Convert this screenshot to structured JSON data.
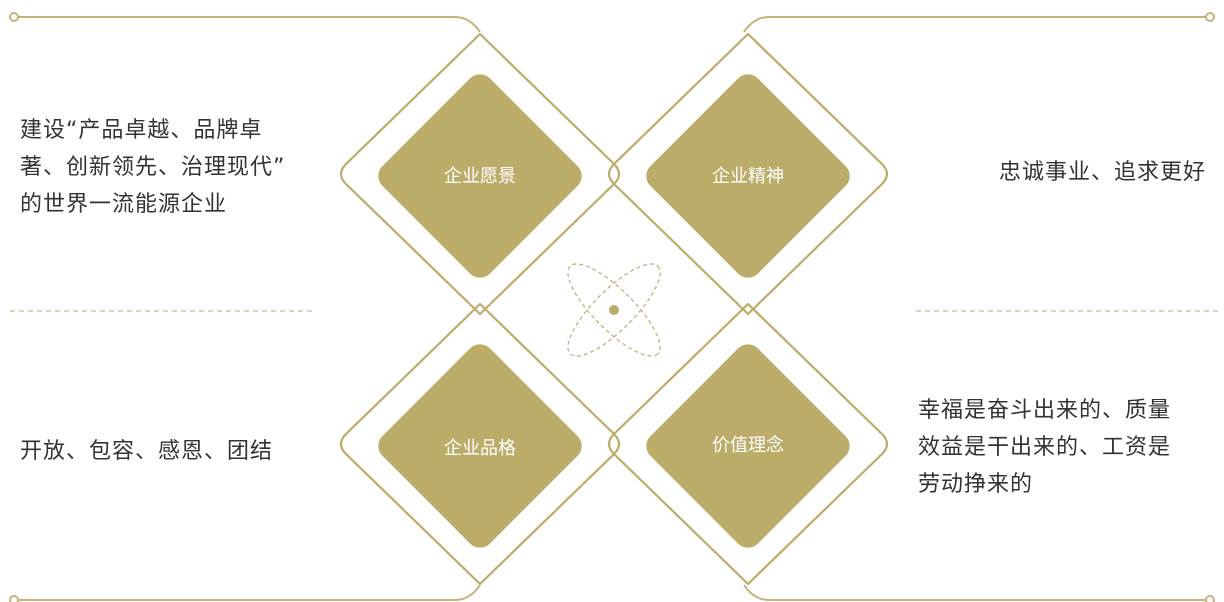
{
  "colors": {
    "accent": "#bcac69",
    "line": "#c2b37a",
    "text": "#333333",
    "label": "#ffffff"
  },
  "pillars": {
    "vision": {
      "title": "企业愿景",
      "lines": [
        "建设“产品卓越、品牌卓",
        "著、创新领先、治理现代”",
        "的世界一流能源企业"
      ]
    },
    "spirit": {
      "title": "企业精神",
      "lines": [
        "忠诚事业、追求更好"
      ]
    },
    "character": {
      "title": "企业品格",
      "lines": [
        "开放、包容、感恩、团结"
      ]
    },
    "values": {
      "title": "价值理念",
      "lines": [
        "幸福是奋斗出来的、质量",
        "效益是干出来的、工资是",
        "劳动挣来的"
      ]
    }
  },
  "center_icon": "atom-orbit-icon"
}
